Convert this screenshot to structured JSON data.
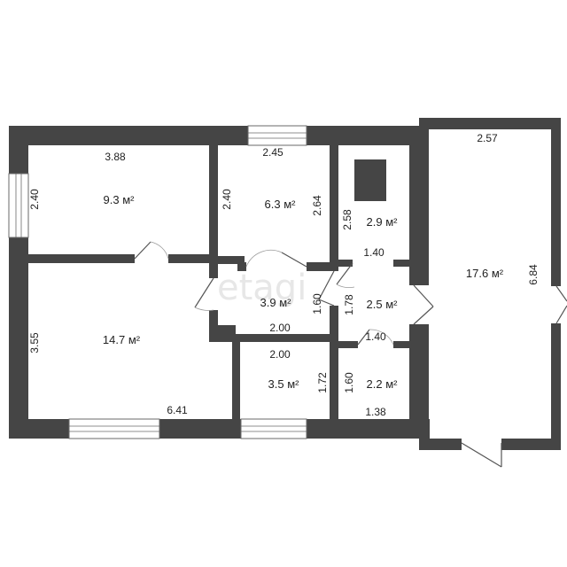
{
  "watermark": "etagi",
  "rooms": {
    "room_a": {
      "area": "9.3 м²",
      "dim_top": "3.88",
      "dim_side": "2.40"
    },
    "room_b": {
      "area": "6.3 м²",
      "dim_top": "2.45",
      "dim_left": "2.40",
      "dim_right": "2.64"
    },
    "room_c": {
      "area": "2.9 м²",
      "dim_side": "2.58"
    },
    "room_d": {
      "area": "17.6 м²",
      "dim_top": "2.57",
      "dim_side": "6.84"
    },
    "room_e": {
      "area": "14.7 м²",
      "dim_side": "3.55",
      "dim_bottom": "6.41"
    },
    "room_f": {
      "area": "3.9 м²",
      "dim_side": "1.60",
      "dim_bottom": "2.00"
    },
    "room_g": {
      "area": "2.5 м²",
      "dim_top": "1.40",
      "dim_side": "1.78",
      "dim_bottom": "1.40"
    },
    "room_h": {
      "area": "3.5 м²",
      "dim_top": "2.00",
      "dim_side": "1.72"
    },
    "room_i": {
      "area": "2.2 м²",
      "dim_side": "1.60",
      "dim_bottom": "1.38"
    }
  }
}
